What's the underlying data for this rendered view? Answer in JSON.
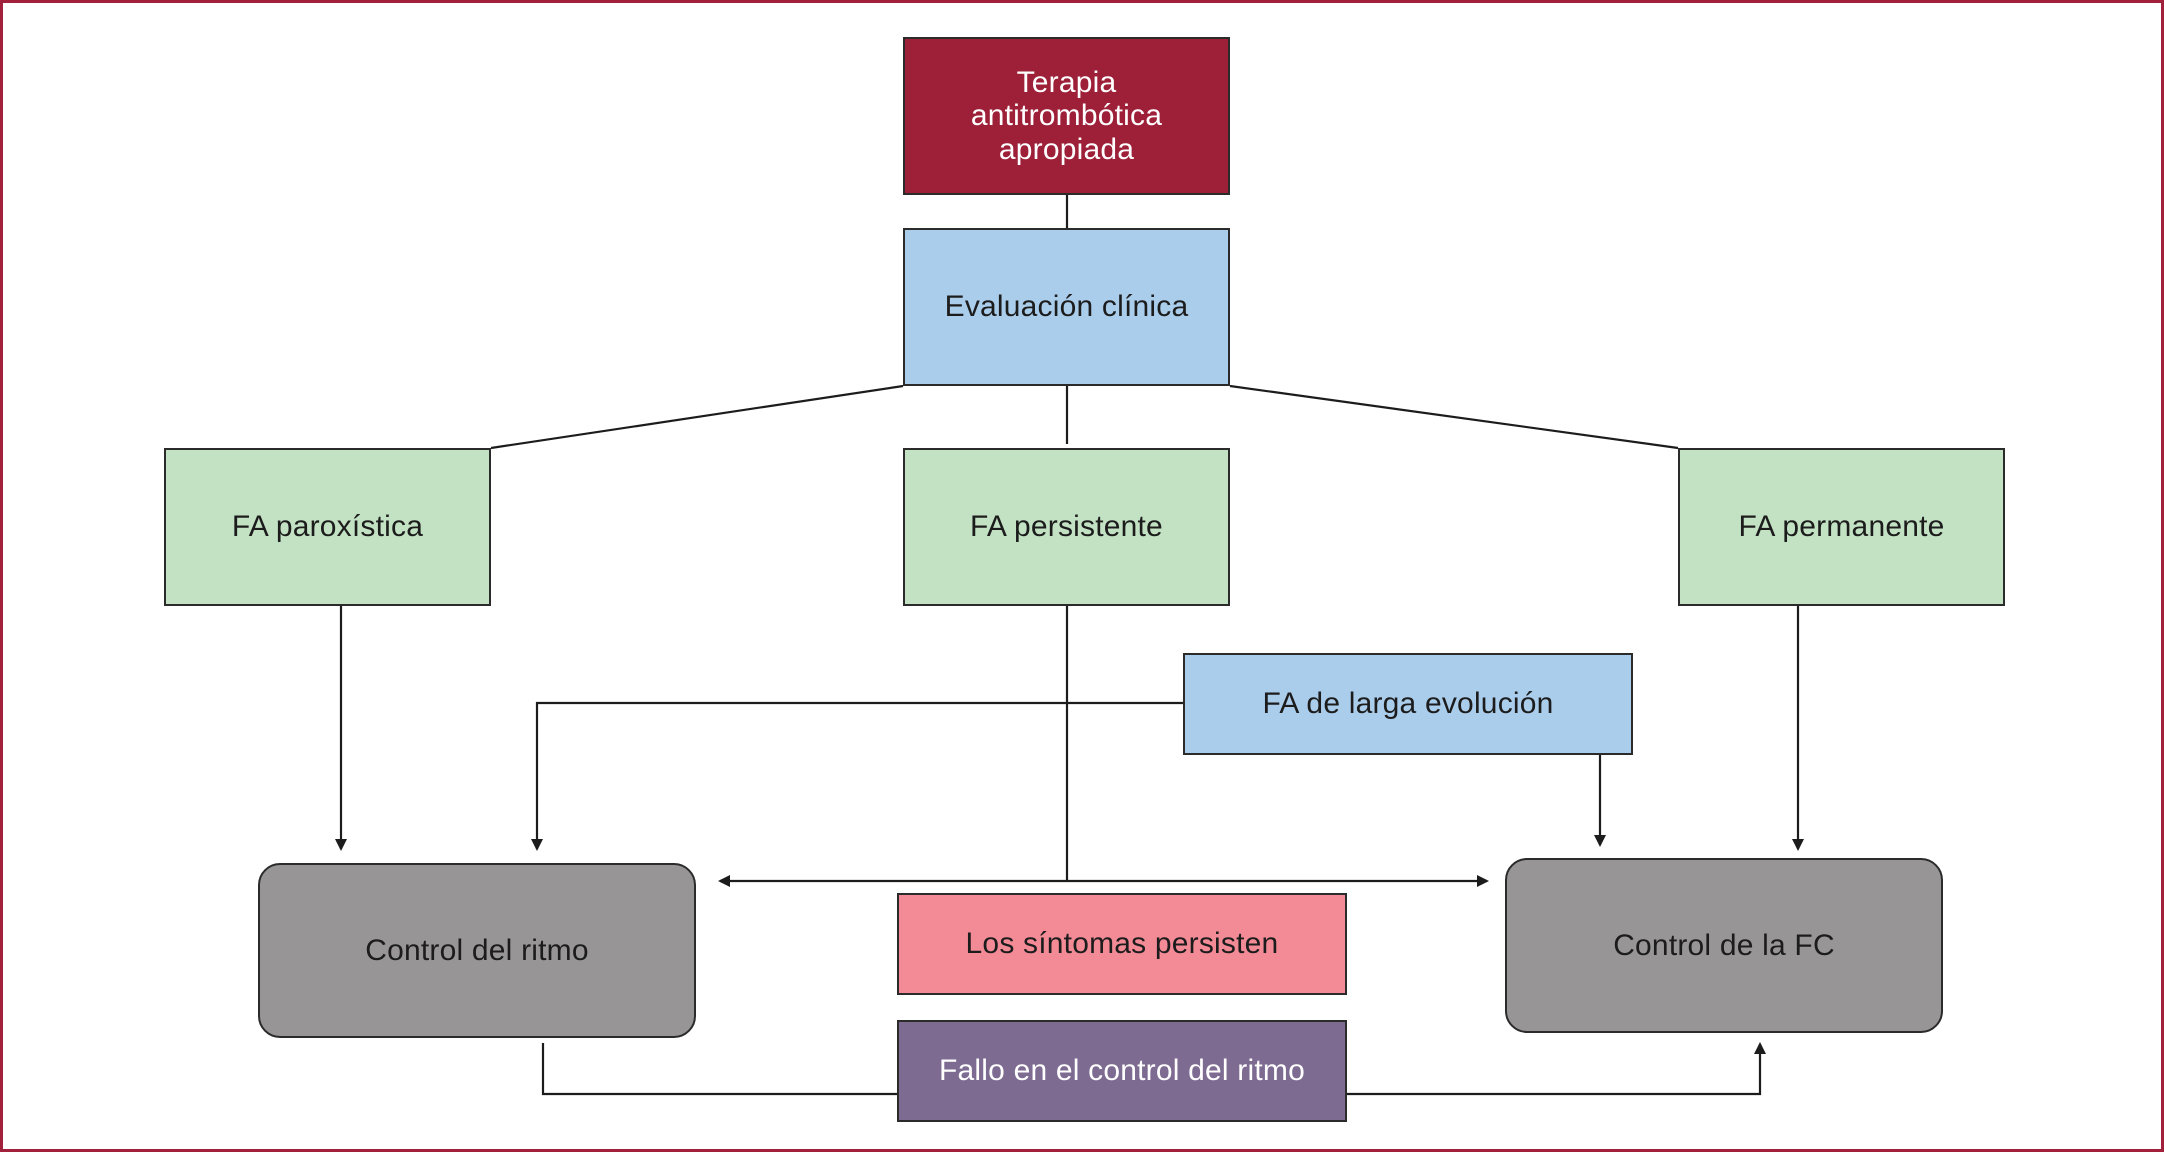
{
  "diagram": {
    "nodes": {
      "terapia": "Terapia antitrombótica apropiada",
      "evaluacion": "Evaluación clínica",
      "paroxistica": "FA paroxística",
      "persistente": "FA persistente",
      "permanente": "FA permanente",
      "larga_evolucion": "FA de larga evolución",
      "control_ritmo": "Control del ritmo",
      "control_fc": "Control de la FC",
      "sintomas": "Los síntomas persisten",
      "fallo": "Fallo en el control del ritmo"
    },
    "colors": {
      "frame": "#a3203c",
      "terapia": "#9d2038",
      "evaluacion": "#abcdec",
      "fa_types": "#c3e2c4",
      "larga_evolucion": "#abcdec",
      "control": "#979595",
      "sintomas": "#f38b97",
      "fallo": "#7e6b92",
      "connector": "#1c1c1c"
    }
  }
}
